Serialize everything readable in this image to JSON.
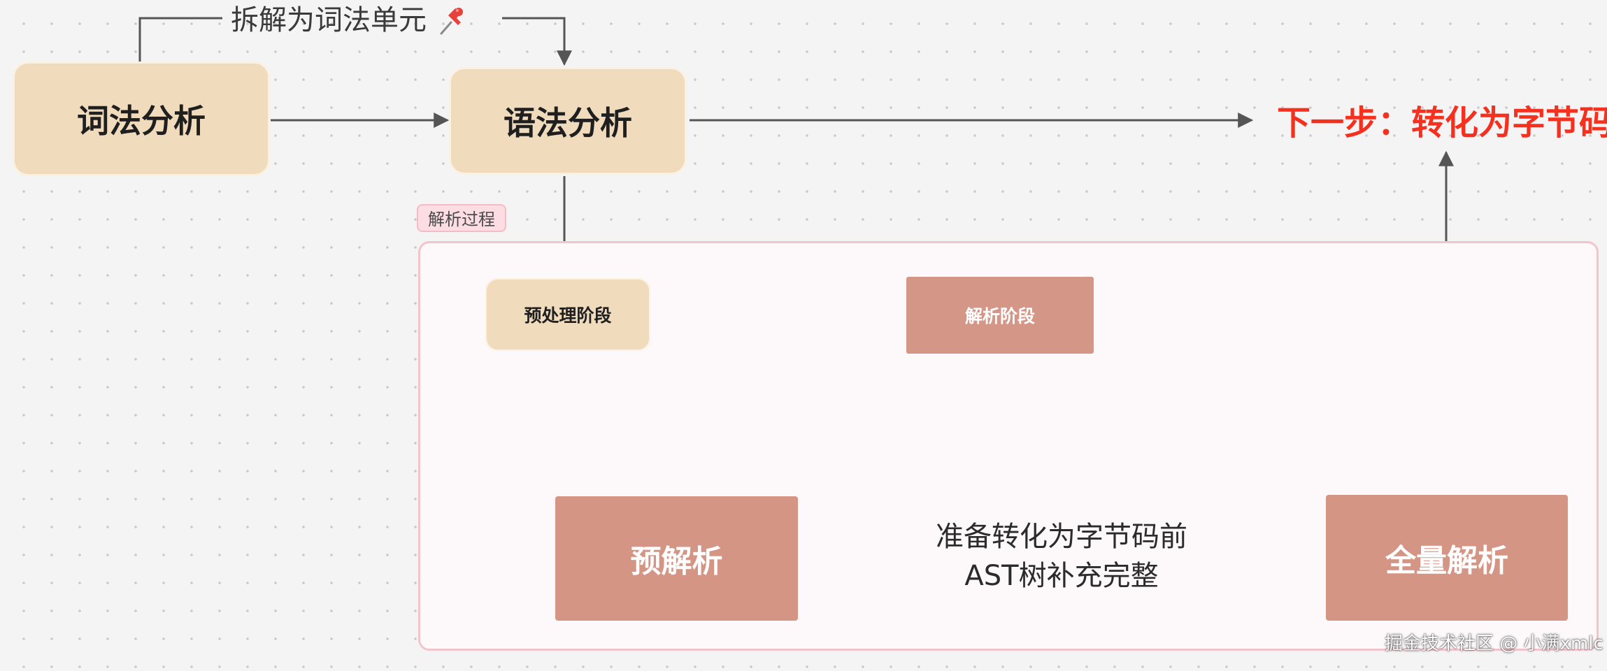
{
  "diagram": {
    "nodes": {
      "lexical": "词法分析",
      "syntax": "语法分析",
      "preprocess": "预处理阶段",
      "parse_stage": "解析阶段",
      "preparse": "预解析",
      "full_parse": "全量解析"
    },
    "edge_labels": {
      "tokenize": "拆解为词法单元",
      "tokenize_icon": "pushpin-icon",
      "prepare_line1": "准备转化为字节码前",
      "prepare_line2": "AST树补充完整"
    },
    "group_label": "解析过程",
    "next_step": "下一步：转化为字节码",
    "watermark": "掘金技术社区 @ 小满xmlc",
    "colors": {
      "beige_node": "#f0dbbc",
      "clay_node": "#d59585",
      "next_step_red": "#f5301e",
      "group_border": "#f2c4cd",
      "connector": "#555555"
    }
  }
}
